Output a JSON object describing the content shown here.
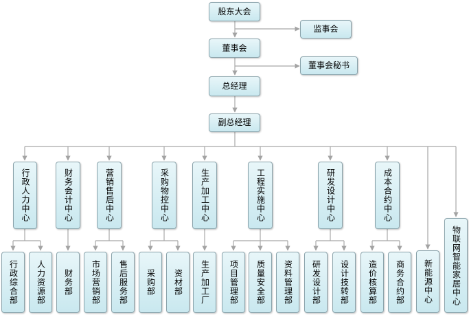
{
  "nodes": {
    "shareholders": "股东大会",
    "supervisors": "监事会",
    "board": "董事会",
    "board_secretary": "董事会秘书",
    "gm": "总经理",
    "deputy_gm": "副总经理",
    "admin_hr": "行政人力中心",
    "finance_audit": "财务会计中心",
    "marketing_service": "营销售后中心",
    "purchase_control": "采购物控中心",
    "production": "生产加工中心",
    "engineering": "工程实施中心",
    "rnd": "研发设计中心",
    "cost_contract": "成本合约中心",
    "iot_home": "物联网智能家居中心",
    "admin_dept": "行政综合部",
    "hr_dept": "人力资源部",
    "finance_dept": "财务部",
    "marketing_dept": "市场营销部",
    "after_sales_dept": "售后服务部",
    "purchase_dept": "采购部",
    "materials_dept": "资材部",
    "factory": "生产加工厂",
    "project_dept": "项目管理部",
    "quality_dept": "质量安全部",
    "docs_dept": "资料管理部",
    "rnd_design_dept": "研发设计部",
    "tech_dept": "设计技转部",
    "costing_dept": "造价核算部",
    "contract_dept": "商务合约部",
    "new_energy": "新能源中心"
  }
}
